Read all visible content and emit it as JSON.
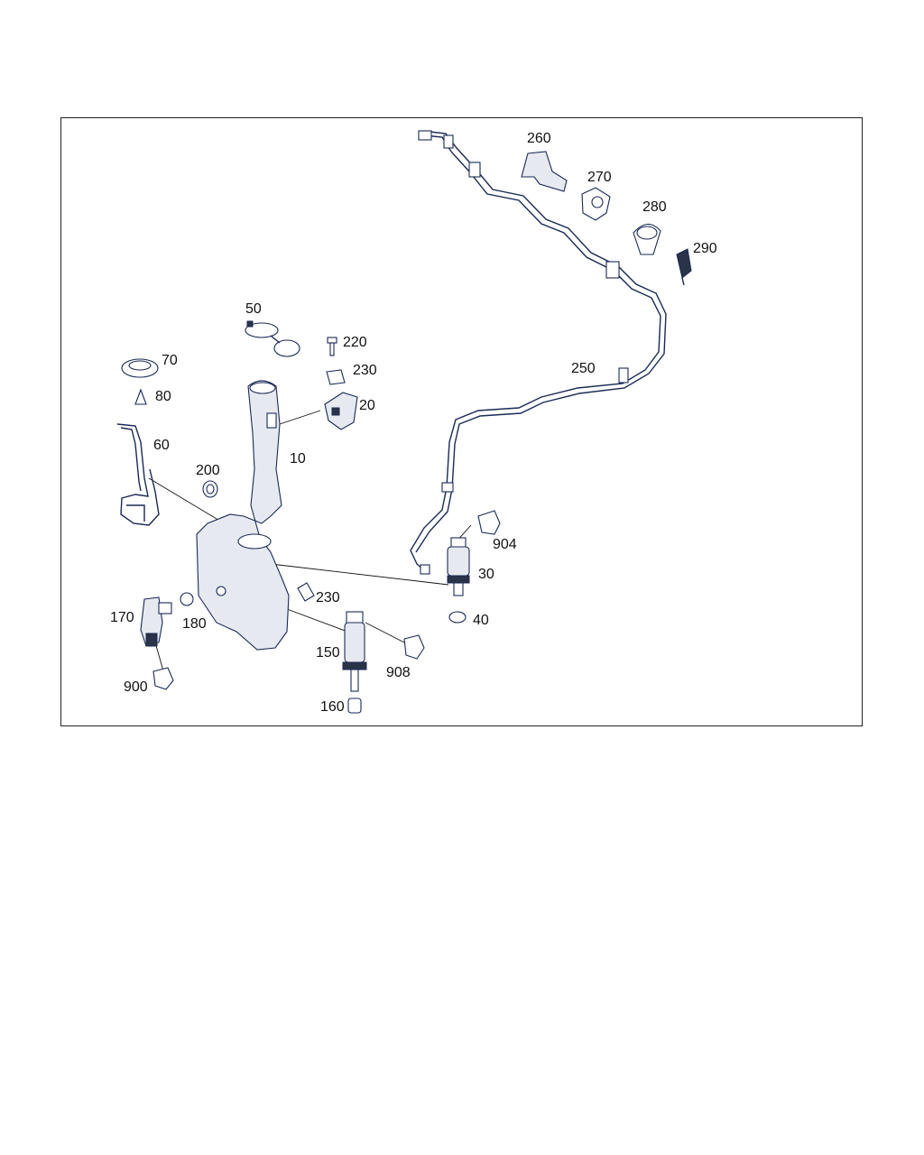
{
  "diagram": {
    "colors": {
      "ink": "#1a2a55",
      "label": "#111111",
      "frame": "#222222",
      "background": "#ffffff"
    },
    "labels": [
      "260",
      "270",
      "280",
      "290",
      "250",
      "50",
      "220",
      "230",
      "70",
      "80",
      "20",
      "60",
      "10",
      "200",
      "904",
      "30",
      "230",
      "40",
      "170",
      "180",
      "150",
      "908",
      "900",
      "160"
    ]
  }
}
